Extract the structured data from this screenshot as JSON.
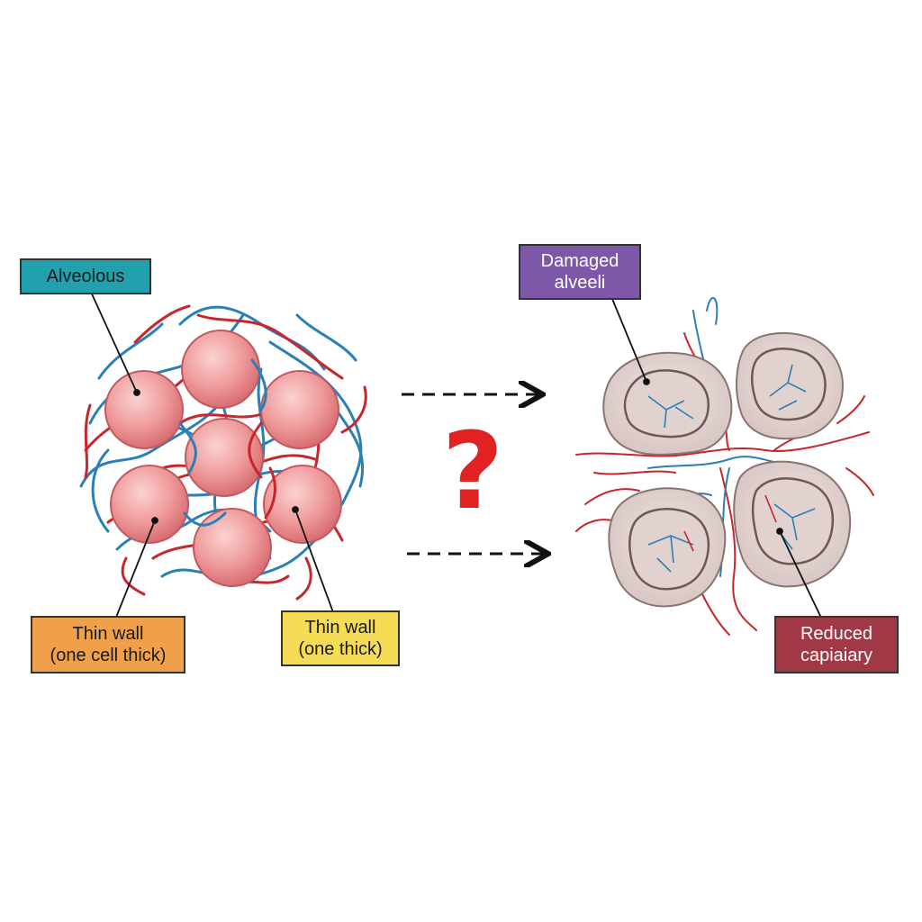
{
  "labels": {
    "alveolous": {
      "line1": "Alveolous",
      "color": "#21a1ad"
    },
    "thin_wall_left": {
      "line1": "Thin wall",
      "line2": "(one cell thick)",
      "color": "#f0a04b"
    },
    "thin_wall_right": {
      "line1": "Thin wall",
      "line2": "(one thick)",
      "color": "#f6dc55"
    },
    "damaged": {
      "line1": "Damaged",
      "line2": "alveeli",
      "color": "#7d58a8"
    },
    "reduced": {
      "line1": "Reduced",
      "line2": "capiaiary",
      "color": "#a13845"
    }
  },
  "question_mark": {
    "text": "?",
    "color": "#e02222"
  },
  "colors": {
    "alveolus_fill": "#ef8f8f",
    "artery": "#c8252d",
    "vein": "#2a7fb5",
    "damaged_fill": "#e6d9d6",
    "damaged_inner": "#ddcdca",
    "arrow": "#111111"
  }
}
